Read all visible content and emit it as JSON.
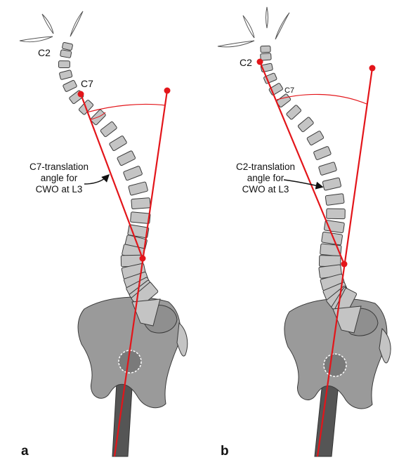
{
  "panels": [
    {
      "id": "a",
      "letter": "a",
      "level_labels": {
        "upper": "C2",
        "lower": "C7"
      },
      "annotation": [
        "C7-translation",
        "angle for",
        "CWO at L3"
      ]
    },
    {
      "id": "b",
      "letter": "b",
      "level_labels": {
        "upper": "C2",
        "lower": "C7"
      },
      "annotation": [
        "C2-translation",
        "angle for",
        "CWO at L3"
      ]
    }
  ],
  "colors": {
    "measurement_lines": "#e3151a",
    "vertebrae": "#c4c4c4",
    "pelvis": "#9a9a9a",
    "femur": "#555555"
  }
}
